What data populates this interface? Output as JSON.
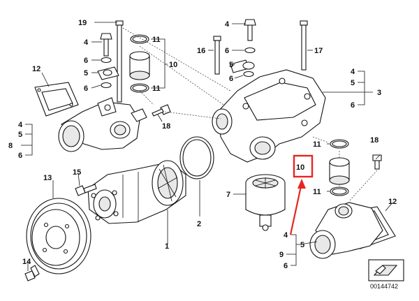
{
  "colors": {
    "highlight": "#e8251f",
    "ink": "#111111"
  },
  "callouts": [
    {
      "id": "c19",
      "text": "19"
    },
    {
      "id": "c4a",
      "text": "4"
    },
    {
      "id": "c6a",
      "text": "6"
    },
    {
      "id": "c5a",
      "text": "5"
    },
    {
      "id": "c6b",
      "text": "6"
    },
    {
      "id": "c11a",
      "text": "11"
    },
    {
      "id": "c10a",
      "text": "10"
    },
    {
      "id": "c11b",
      "text": "11"
    },
    {
      "id": "c12a",
      "text": "12"
    },
    {
      "id": "c4b",
      "text": "4"
    },
    {
      "id": "c5b",
      "text": "5"
    },
    {
      "id": "c8",
      "text": "8"
    },
    {
      "id": "c6c",
      "text": "6"
    },
    {
      "id": "c18a",
      "text": "18"
    },
    {
      "id": "c4c",
      "text": "4"
    },
    {
      "id": "c6d",
      "text": "6"
    },
    {
      "id": "c16",
      "text": "16"
    },
    {
      "id": "c5c",
      "text": "5"
    },
    {
      "id": "c6e",
      "text": "6"
    },
    {
      "id": "c17",
      "text": "17"
    },
    {
      "id": "c4d",
      "text": "4"
    },
    {
      "id": "c5d",
      "text": "5"
    },
    {
      "id": "c3",
      "text": "3"
    },
    {
      "id": "c6f",
      "text": "6"
    },
    {
      "id": "c11c",
      "text": "11"
    },
    {
      "id": "c18b",
      "text": "18"
    },
    {
      "id": "c10b",
      "text": "10"
    },
    {
      "id": "c11d",
      "text": "11"
    },
    {
      "id": "c7",
      "text": "7"
    },
    {
      "id": "c12b",
      "text": "12"
    },
    {
      "id": "c13",
      "text": "13"
    },
    {
      "id": "c15",
      "text": "15"
    },
    {
      "id": "c2",
      "text": "2"
    },
    {
      "id": "c1",
      "text": "1"
    },
    {
      "id": "c14",
      "text": "14"
    },
    {
      "id": "c4e",
      "text": "4"
    },
    {
      "id": "c5e",
      "text": "5"
    },
    {
      "id": "c9",
      "text": "9"
    },
    {
      "id": "c6g",
      "text": "6"
    }
  ],
  "reference_number": "00144742"
}
